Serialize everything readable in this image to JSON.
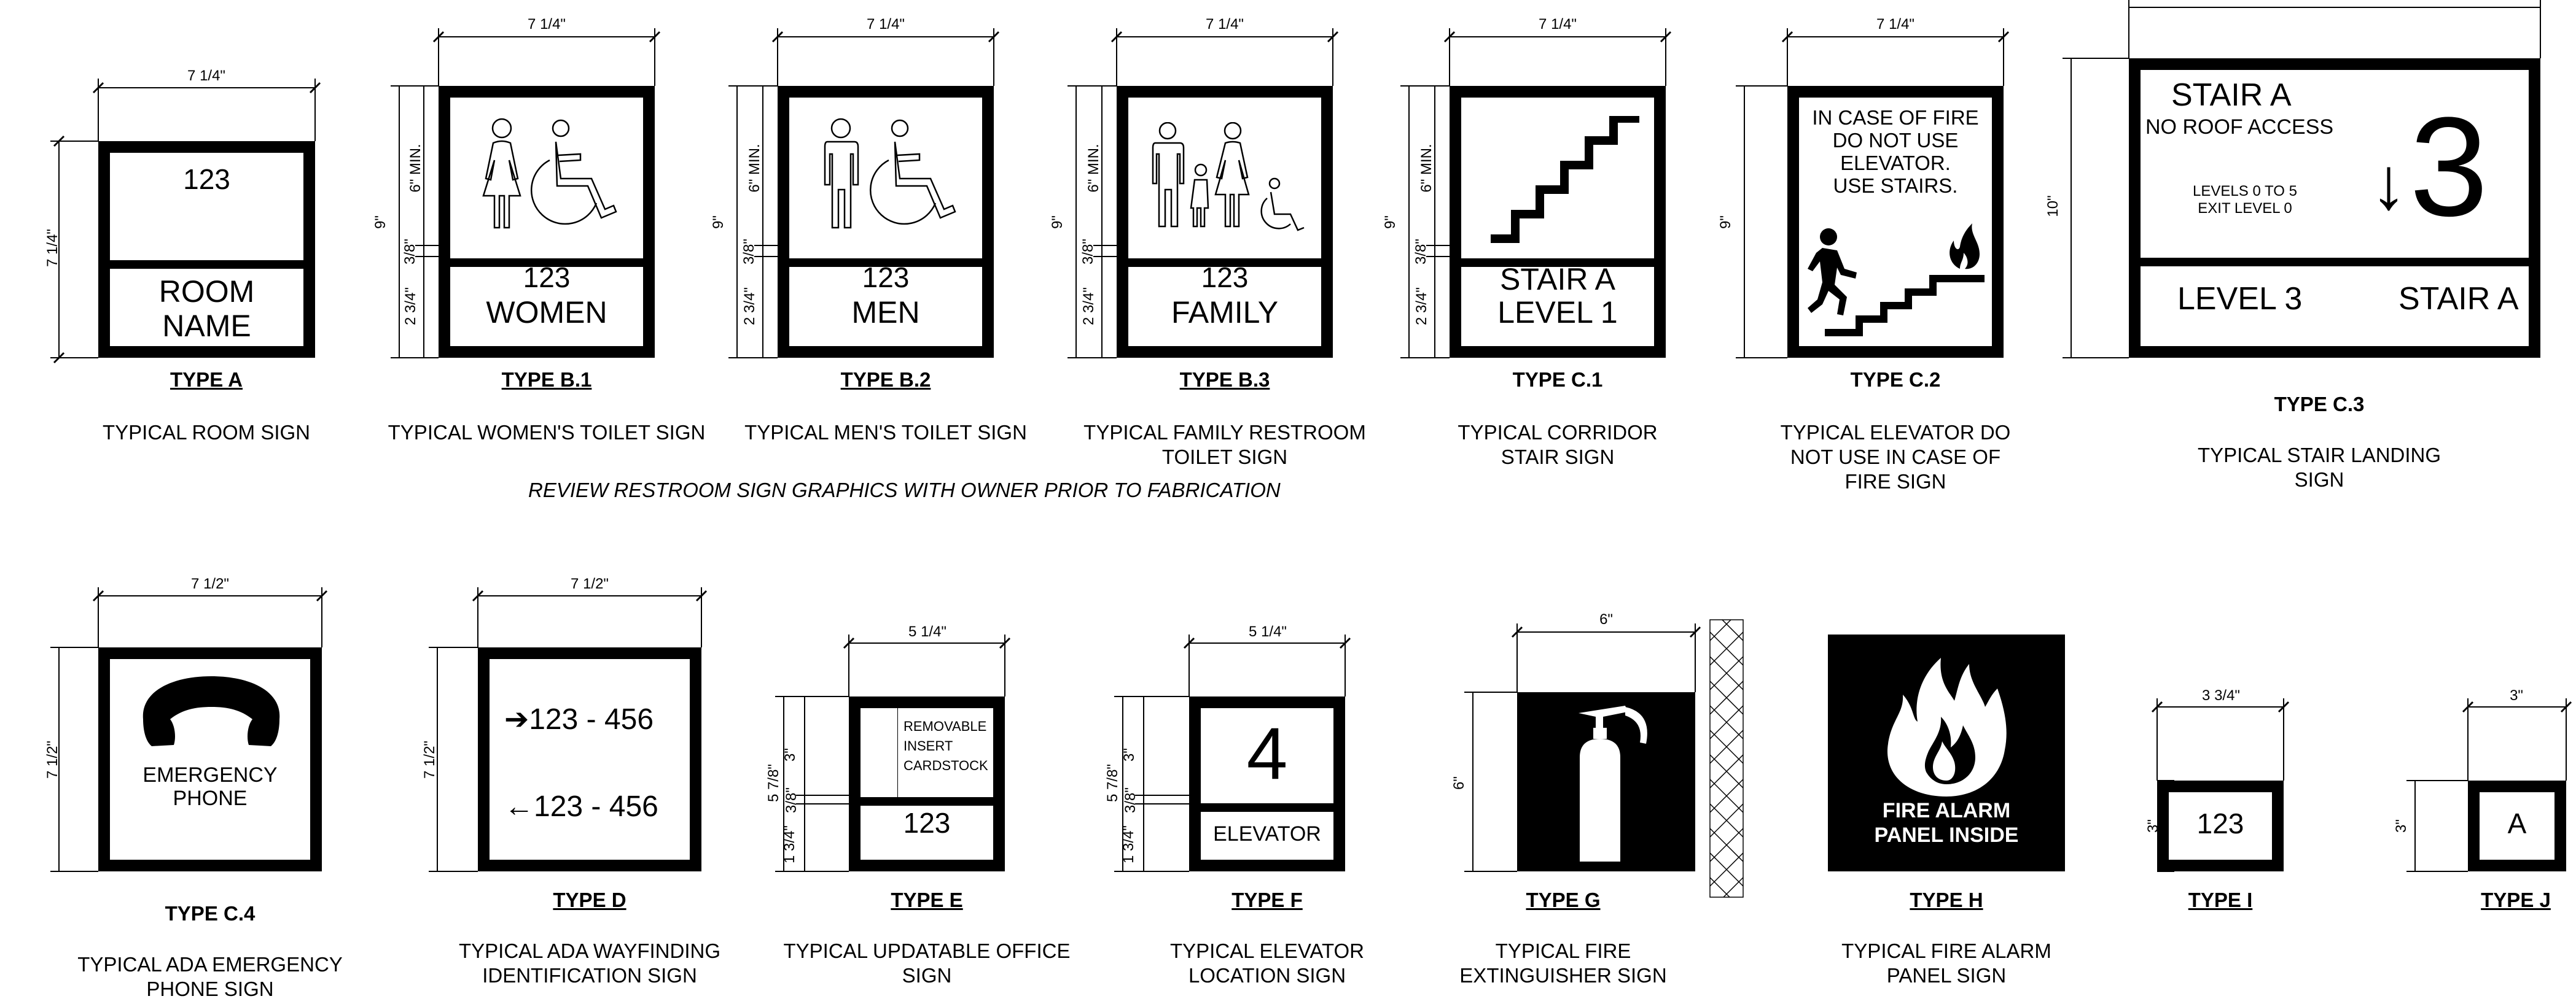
{
  "note": "REVIEW RESTROOM SIGN GRAPHICS WITH OWNER PRIOR TO FABRICATION",
  "signs": {
    "a": {
      "type": "TYPE A",
      "caption": "TYPICAL ROOM SIGN",
      "number": "123",
      "name1": "ROOM",
      "name2": "NAME",
      "width": "7 1/4\"",
      "height": "7 1/4\""
    },
    "b1": {
      "type": "TYPE B.1",
      "caption1": "TYPICAL WOMEN'S TOILET SIGN",
      "number": "123",
      "name": "WOMEN",
      "width": "7 1/4\"",
      "height": "9\"",
      "d1": "6\" MIN.",
      "d2": "3/8\"",
      "d3": "2 3/4\""
    },
    "b2": {
      "type": "TYPE B.2",
      "caption1": "TYPICAL MEN'S TOILET SIGN",
      "number": "123",
      "name": "MEN",
      "width": "7 1/4\"",
      "height": "9\"",
      "d1": "6\" MIN.",
      "d2": "3/8\"",
      "d3": "2 3/4\""
    },
    "b3": {
      "type": "TYPE B.3",
      "caption1": "TYPICAL FAMILY RESTROOM",
      "caption2": "TOILET SIGN",
      "number": "123",
      "name": "FAMILY",
      "width": "7 1/4\"",
      "height": "9\"",
      "d1": "6\" MIN.",
      "d2": "3/8\"",
      "d3": "2 3/4\""
    },
    "c1": {
      "type": "TYPE C.1",
      "caption1": "TYPICAL CORRIDOR",
      "caption2": "STAIR SIGN",
      "line1": "STAIR A",
      "line2": "LEVEL 1",
      "width": "7 1/4\"",
      "height": "9\"",
      "d1": "6\" MIN.",
      "d2": "3/8\"",
      "d3": "2 3/4\""
    },
    "c2": {
      "type": "TYPE C.2",
      "caption1": "TYPICAL ELEVATOR DO",
      "caption2": "NOT USE IN CASE OF",
      "caption3": "FIRE SIGN",
      "l1": "IN CASE OF FIRE",
      "l2": "DO NOT USE",
      "l3": "ELEVATOR.",
      "l4": "USE STAIRS.",
      "width": "7 1/4\"",
      "height": "9\""
    },
    "c3": {
      "type": "TYPE C.3",
      "caption1": "TYPICAL STAIR LANDING",
      "caption2": "SIGN",
      "stair": "STAIR A",
      "roof": "NO ROOF ACCESS",
      "levels": "LEVELS 0 TO 5",
      "exit": "EXIT LEVEL 0",
      "arrow": "↓",
      "big": "3",
      "level": "LEVEL 3",
      "stair2": "STAIR A",
      "height": "10\""
    },
    "c4": {
      "type": "TYPE C.4",
      "caption1": "TYPICAL ADA EMERGENCY",
      "caption2": "PHONE SIGN",
      "l1": "EMERGENCY",
      "l2": "PHONE",
      "width": "7 1/2\"",
      "height": "7 1/2\""
    },
    "d": {
      "type": "TYPE D",
      "caption1": "TYPICAL ADA WAYFINDING",
      "caption2": "IDENTIFICATION SIGN",
      "r1": "➔123 - 456",
      "r2": "←123 - 456",
      "width": "7 1/2\"",
      "height": "7 1/2\""
    },
    "e": {
      "type": "TYPE E",
      "caption1": "TYPICAL UPDATABLE OFFICE",
      "caption2": "SIGN",
      "l1": "REMOVABLE",
      "l2": "INSERT",
      "l3": "CARDSTOCK",
      "number": "123",
      "width": "5 1/4\"",
      "height": "5 7/8\"",
      "d1": "3\"",
      "d2": "3/8\"",
      "d3": "1 3/4\""
    },
    "f": {
      "type": "TYPE F",
      "caption1": "TYPICAL ELEVATOR",
      "caption2": "LOCATION SIGN",
      "big": "4",
      "name": "ELEVATOR",
      "width": "5 1/4\"",
      "height": "5 7/8\"",
      "d1": "3\"",
      "d2": "3/8\"",
      "d3": "1 3/4\""
    },
    "g": {
      "type": "TYPE G",
      "caption1": "TYPICAL FIRE",
      "caption2": "EXTINGUISHER SIGN",
      "width": "6\"",
      "height": "6\""
    },
    "h": {
      "type": "TYPE H",
      "caption1": "TYPICAL FIRE ALARM",
      "caption2": "PANEL SIGN",
      "l1": "FIRE ALARM",
      "l2": "PANEL INSIDE"
    },
    "i": {
      "type": "TYPE I",
      "number": "123",
      "width": "3 3/4\"",
      "height": "3\""
    },
    "j": {
      "type": "TYPE J",
      "letter": "A",
      "width": "3\"",
      "height": "3\""
    }
  }
}
